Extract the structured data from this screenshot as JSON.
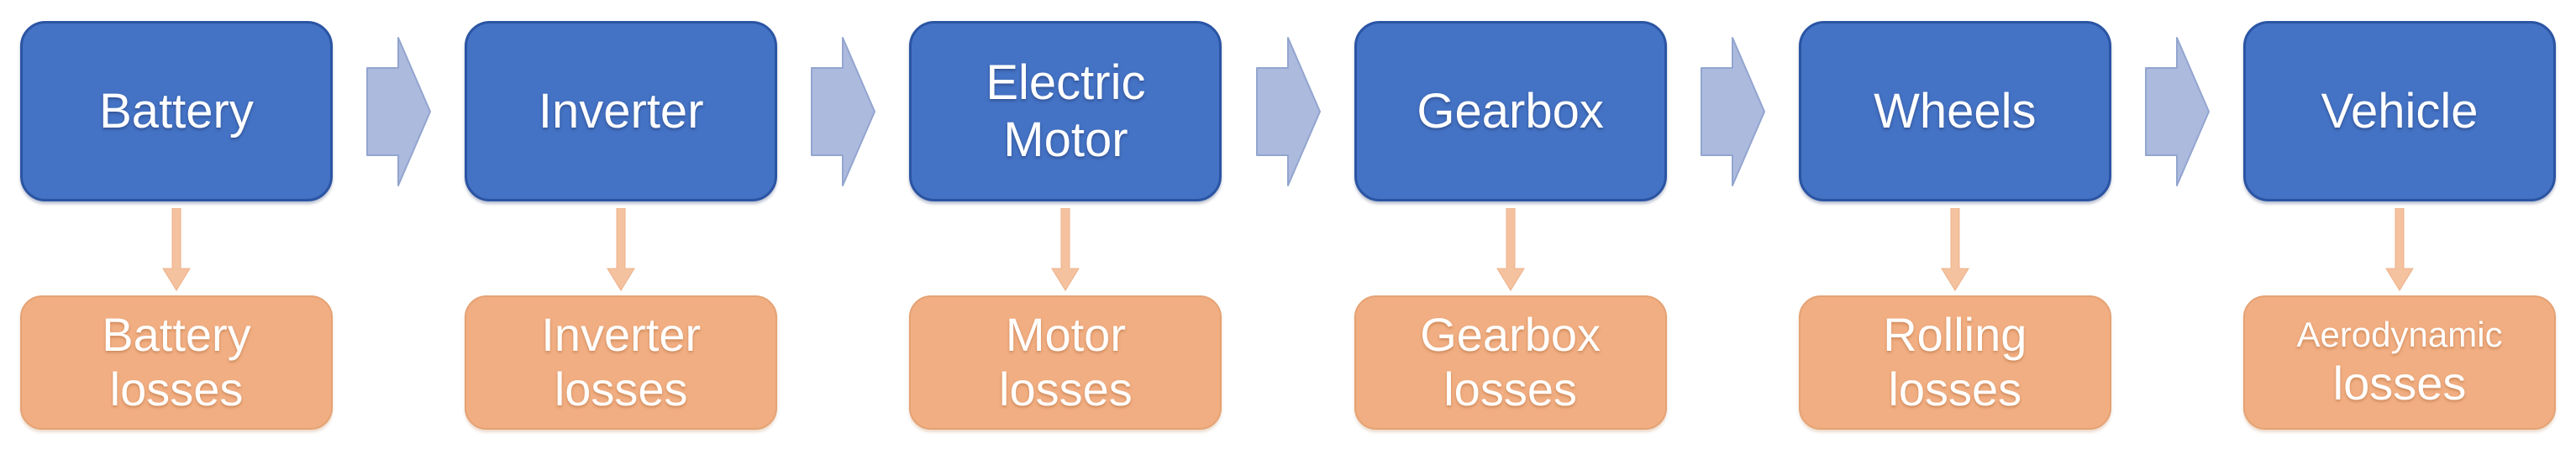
{
  "diagram": {
    "type": "flow",
    "description_labels": {
      "flow_arrow_icon": "right-block-arrow",
      "loss_arrow_icon": "down-arrow"
    },
    "stages": [
      {
        "label": "Battery",
        "loss_line1": "Battery",
        "loss_line2": "losses",
        "loss_line1_small": false
      },
      {
        "label": "Inverter",
        "loss_line1": "Inverter",
        "loss_line2": "losses",
        "loss_line1_small": false
      },
      {
        "label": "Electric\nMotor",
        "loss_line1": "Motor",
        "loss_line2": "losses",
        "loss_line1_small": false
      },
      {
        "label": "Gearbox",
        "loss_line1": "Gearbox",
        "loss_line2": "losses",
        "loss_line1_small": false
      },
      {
        "label": "Wheels",
        "loss_line1": "Rolling",
        "loss_line2": "losses",
        "loss_line1_small": false
      },
      {
        "label": "Vehicle",
        "loss_line1": "Aerodynamic",
        "loss_line2": "losses",
        "loss_line1_small": true
      }
    ],
    "colors": {
      "stage_fill": "#4472C4",
      "stage_border": "#2B54A3",
      "flow_arrow_fill": "#ACBADE",
      "flow_arrow_border": "#93A5CF",
      "loss_fill": "#F1AE82",
      "loss_border": "#E5A273",
      "loss_arrow_fill": "#F4C29E",
      "loss_arrow_border": "#ECB28C",
      "text": "#FFFFFF",
      "background": "#FFFFFF"
    }
  }
}
